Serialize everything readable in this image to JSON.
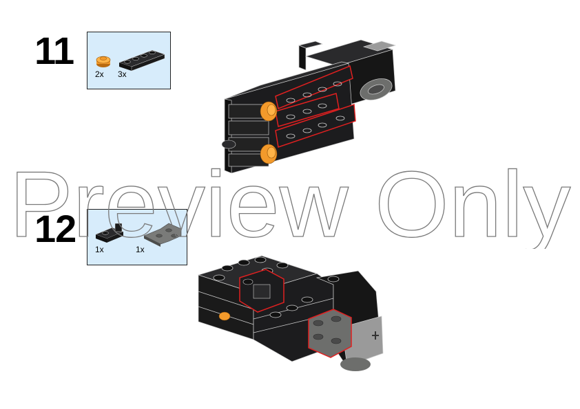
{
  "steps": [
    {
      "number": "11",
      "parts": [
        {
          "qty": "2x",
          "icon": "orange-round-plate-icon",
          "color": "#f39a2b"
        },
        {
          "qty": "3x",
          "icon": "black-plate-1x4-icon",
          "color": "#1c1c1e"
        }
      ]
    },
    {
      "number": "12",
      "parts": [
        {
          "qty": "1x",
          "icon": "black-clip-plate-icon",
          "color": "#1c1c1e"
        },
        {
          "qty": "1x",
          "icon": "grey-angle-plate-icon",
          "color": "#6d6e6c"
        }
      ]
    }
  ],
  "watermark": {
    "text": "Preview Only"
  },
  "colors": {
    "parts_box_bg": "#d7ecfb",
    "brick_black": "#1c1c1e",
    "highlight_red": "#e02020",
    "orange": "#f39a2b",
    "grey": "#6d6e6c"
  }
}
